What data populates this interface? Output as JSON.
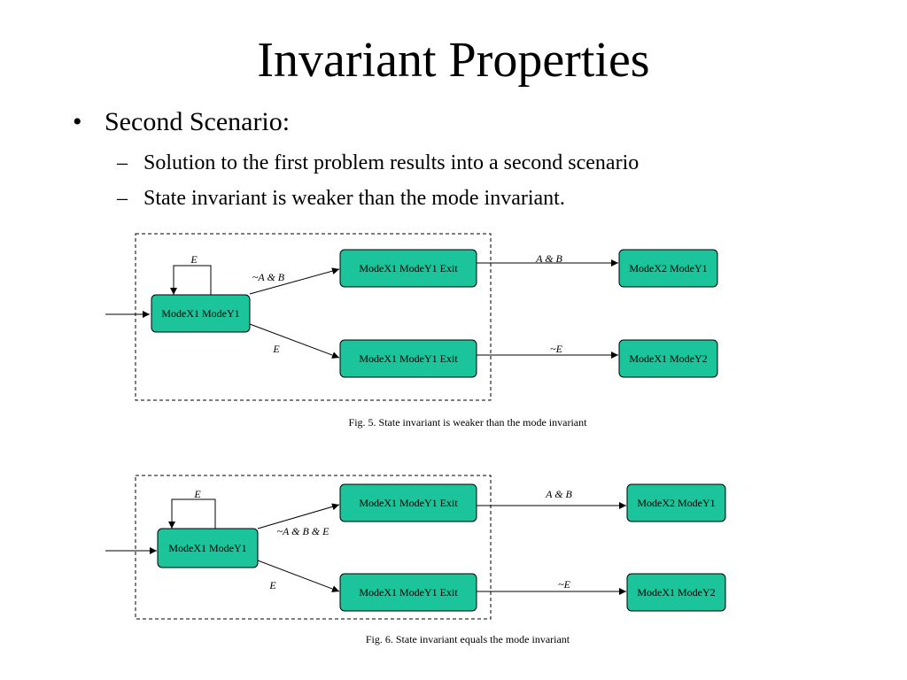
{
  "slide": {
    "title": "Invariant Properties",
    "bullet": "Second Scenario:",
    "subbullets": [
      "Solution to the first problem results into a second scenario",
      "State invariant is weaker than the mode invariant."
    ]
  },
  "colors": {
    "state_fill": "#1bc49a",
    "state_border": "#000000",
    "boundary": "#000000"
  },
  "diagrams": [
    {
      "states": {
        "source": "ModeX1 ModeY1",
        "exit_top": "ModeX1 ModeY1 Exit",
        "exit_bottom": "ModeX1 ModeY1 Exit",
        "target_top": "ModeX2 ModeY1",
        "target_bottom": "ModeX1 ModeY2"
      },
      "edges": {
        "self_loop": "E",
        "to_exit_top": "~A & B",
        "to_exit_bottom": "E",
        "exit_top_out": "A & B",
        "exit_bottom_out": "~E"
      },
      "caption": "Fig. 5. State invariant is weaker than the mode invariant"
    },
    {
      "states": {
        "source": "ModeX1 ModeY1",
        "exit_top": "ModeX1 ModeY1 Exit",
        "exit_bottom": "ModeX1 ModeY1 Exit",
        "target_top": "ModeX2 ModeY1",
        "target_bottom": "ModeX1 ModeY2"
      },
      "edges": {
        "self_loop": "E",
        "to_exit_top": "~A & B & E",
        "to_exit_bottom": "E",
        "exit_top_out": "A & B",
        "exit_bottom_out": "~E"
      },
      "caption": "Fig. 6. State invariant equals the mode invariant"
    }
  ]
}
